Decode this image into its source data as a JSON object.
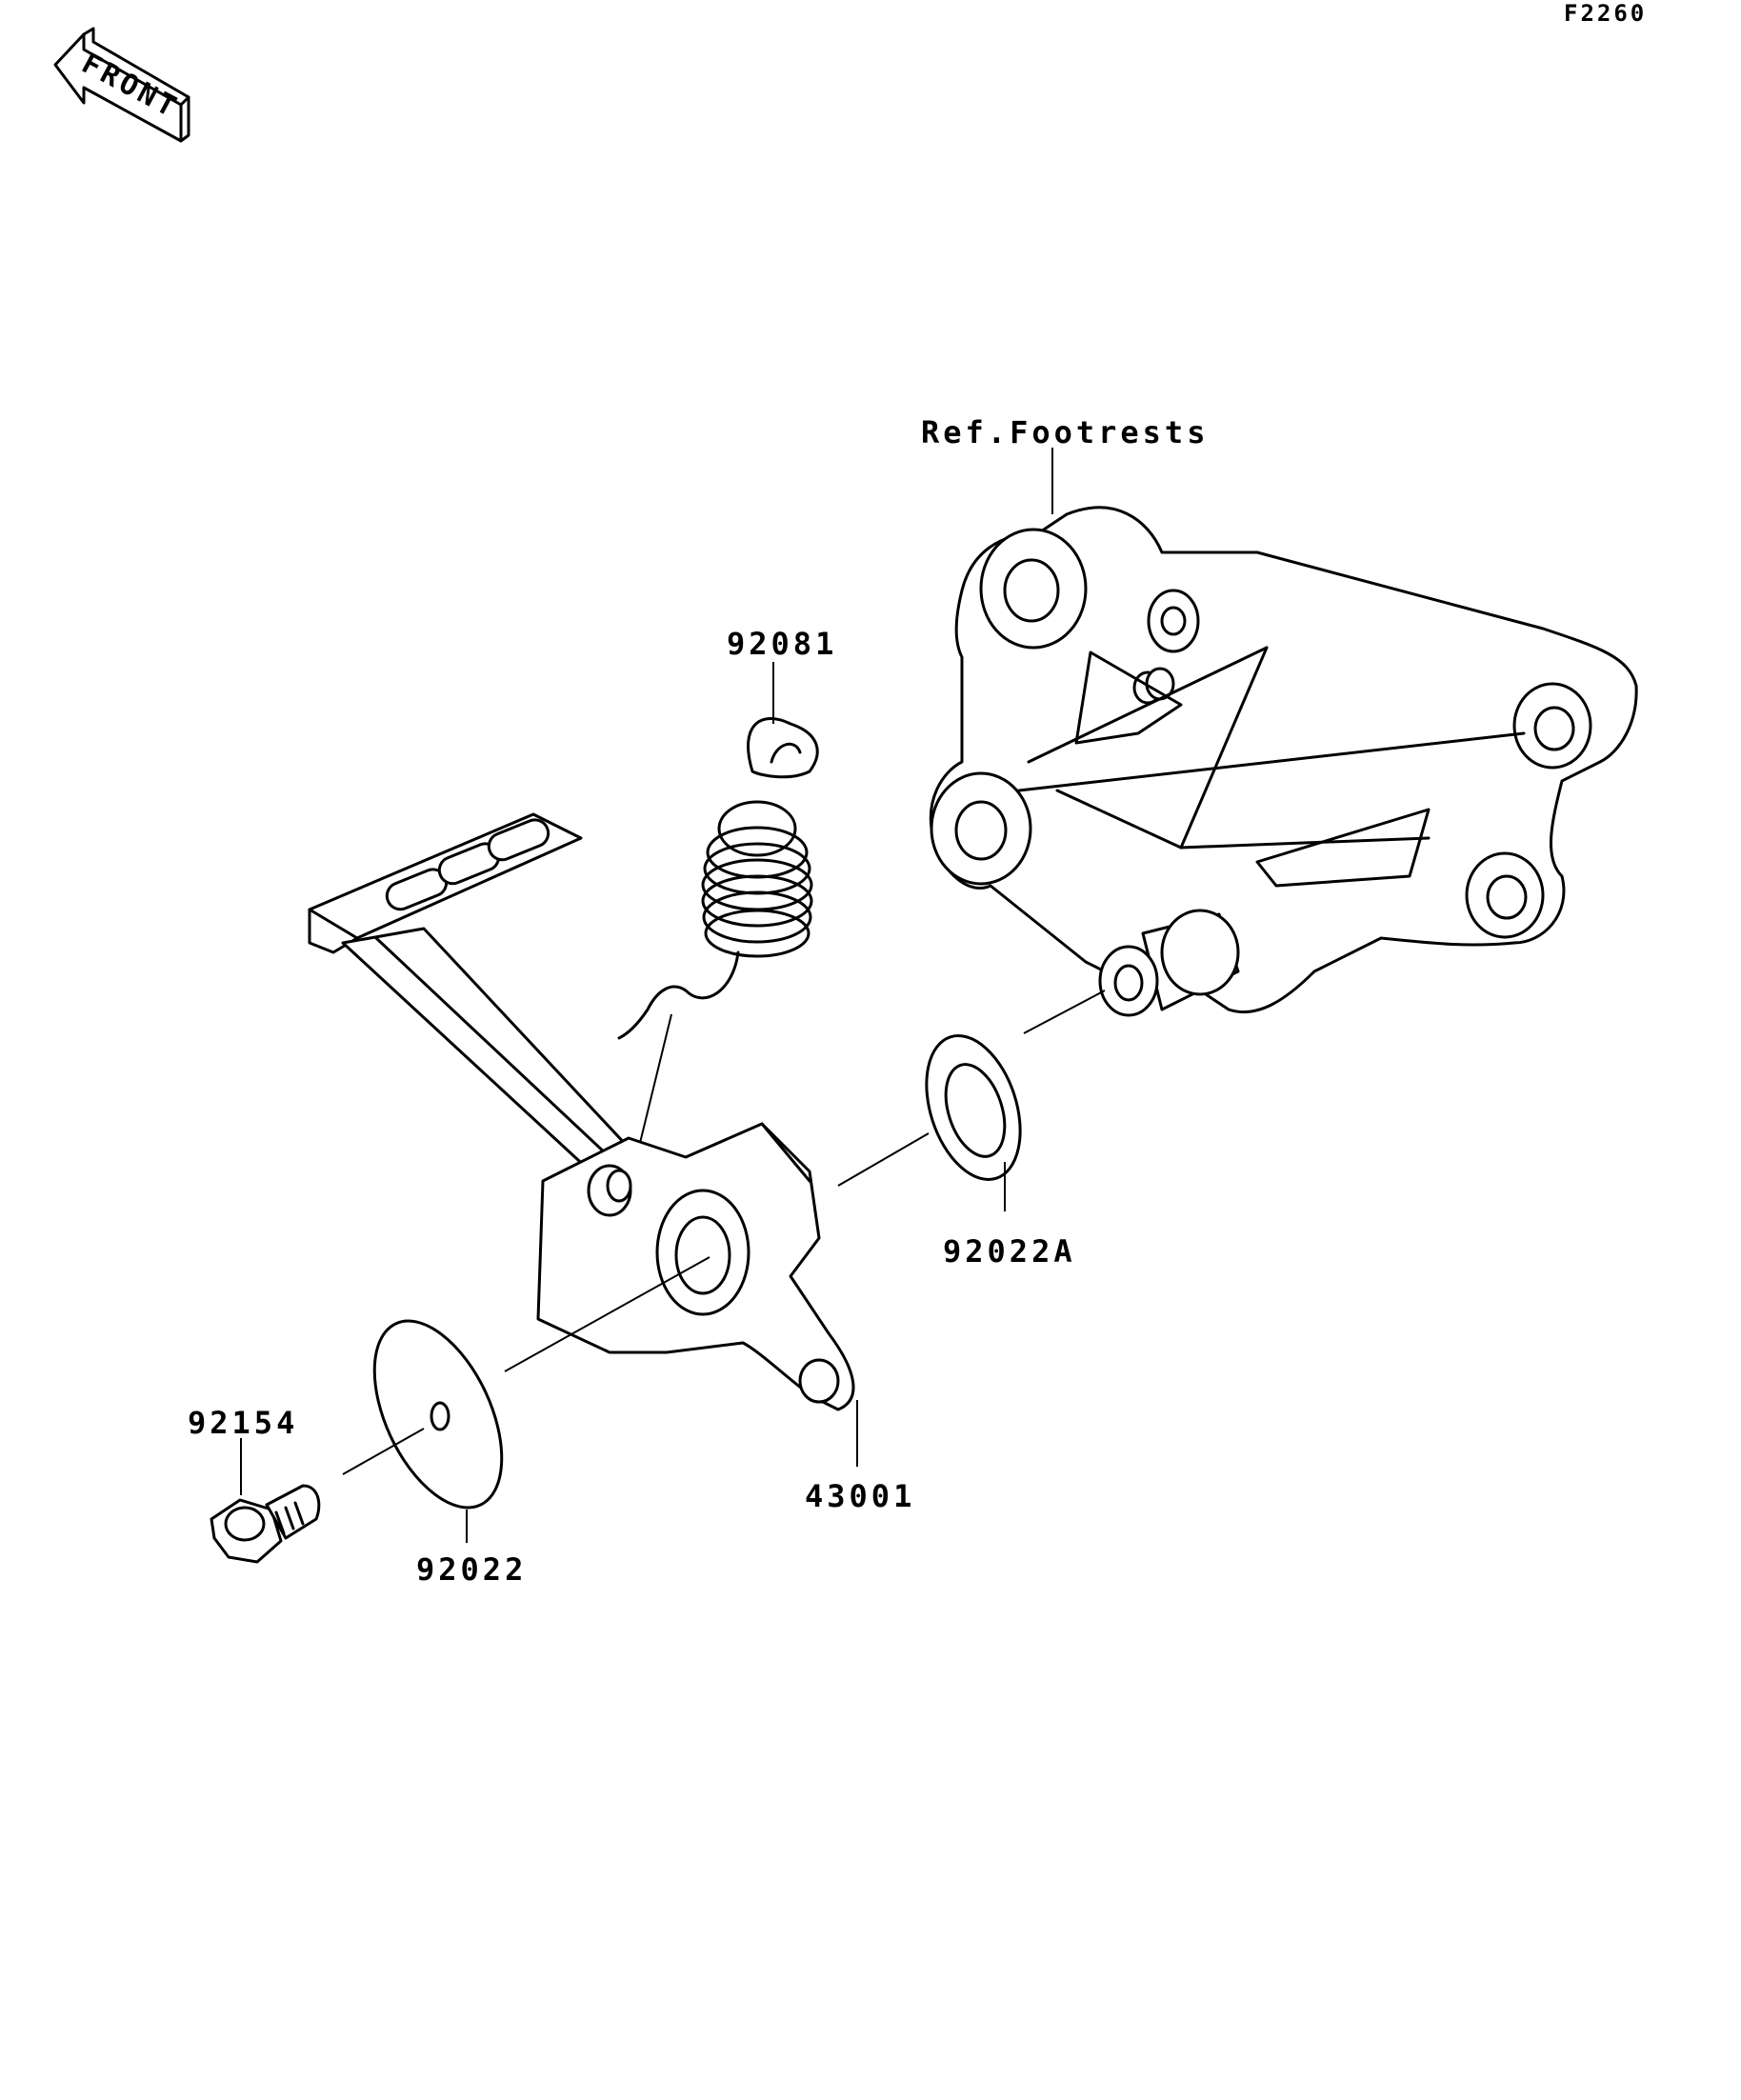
{
  "figure_id": "F2260",
  "front_arrow_text": "FRONT",
  "parts": {
    "ref_footrests": "Ref.Footrests",
    "spring": "92081",
    "washer_a": "92022A",
    "pedal": "43001",
    "washer": "92022",
    "bolt": "92154"
  }
}
